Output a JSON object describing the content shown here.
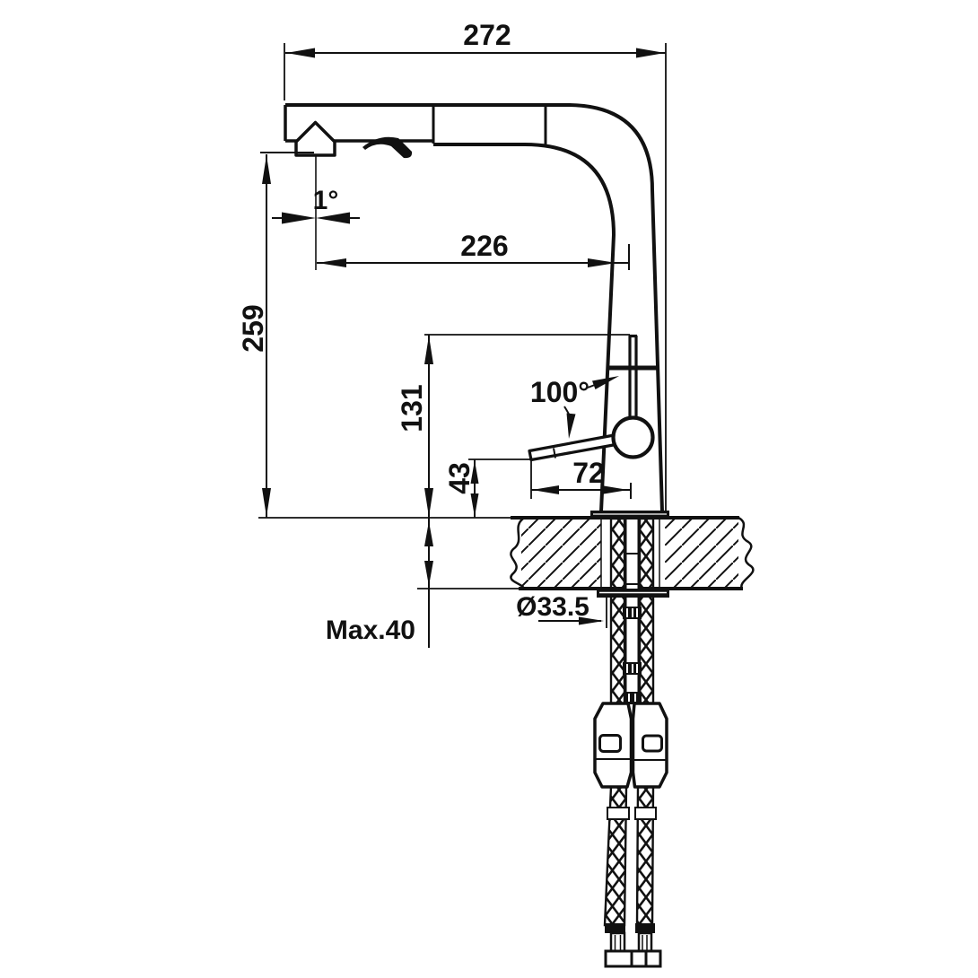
{
  "drawing": {
    "type": "technical-dimension-drawing",
    "subject": "pull-out kitchen faucet, side elevation with countertop cross-section",
    "units": "mm",
    "colors": {
      "line": "#111111",
      "background": "#ffffff"
    },
    "dimensions": {
      "total_reach": "272",
      "spout_reach": "226",
      "outlet_angle": "1°",
      "height_to_outlet": "259",
      "body_height": "131",
      "handle_open_angle": "100°",
      "lever_height": "43",
      "lever_reach": "72",
      "max_counter_thickness": "Max.40",
      "hole_diameter": "Ø33.5"
    }
  }
}
